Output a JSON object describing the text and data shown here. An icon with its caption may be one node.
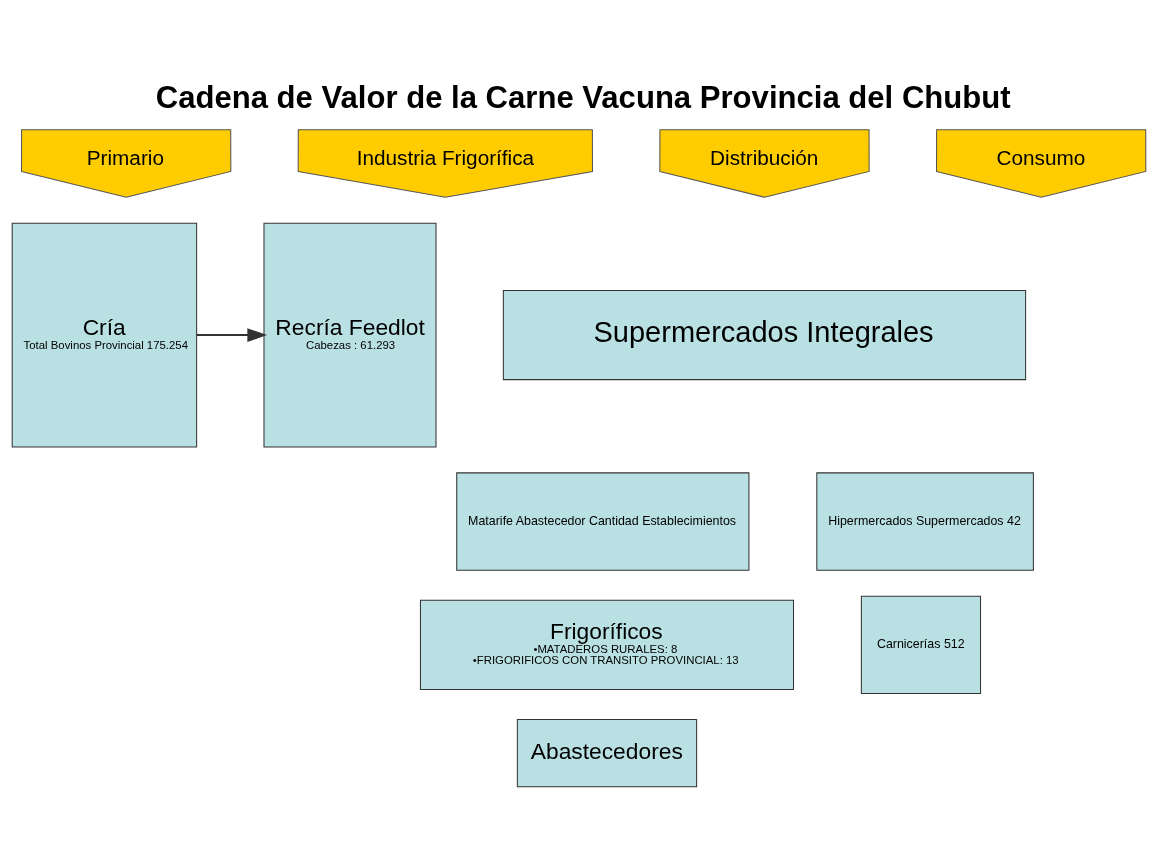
{
  "diagram": {
    "title": "Cadena de Valor de la Carne Vacuna Provincia del Chubut",
    "nodes": [
      {
        "text": [
          "Primario"
        ]
      },
      {
        "text": [
          "Industria Frigorífica"
        ]
      },
      {
        "text": [
          "Distribución"
        ]
      },
      {
        "text": [
          "Consumo"
        ]
      },
      {
        "text": [
          "Cría",
          "Total Bovinos Provincial 175.254"
        ]
      },
      {
        "text": [
          "Recría Feedlot",
          "Cabezas : 61.293"
        ]
      },
      {
        "text": [
          "Supermercados Integrales"
        ]
      },
      {
        "text": [
          "Matarife Abastecedor Cantidad Establecimientos"
        ]
      },
      {
        "text": [
          "Hipermercados Supermercados 42"
        ]
      },
      {
        "text": [
          "Frigoríficos",
          "•MATADEROS RURALES: 8",
          "•FRIGORIFICOS CON TRANSITO PROVINCIAL: 13"
        ]
      },
      {
        "text": [
          "Carnicerías 512"
        ]
      },
      {
        "text": [
          "Abastecedores"
        ]
      }
    ],
    "edges": [
      {
        "from": 4,
        "to": 5,
        "arrow": "to"
      }
    ]
  }
}
